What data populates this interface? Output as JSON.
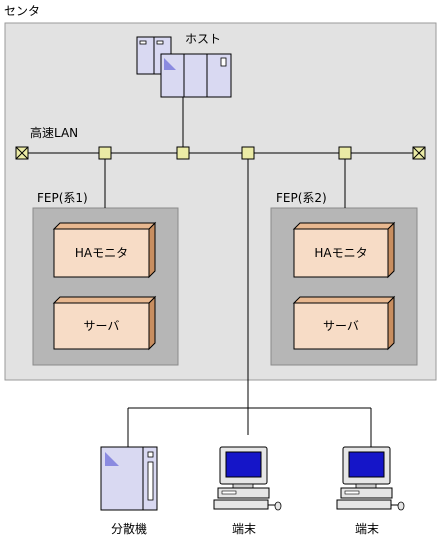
{
  "center": {
    "label": "センタ"
  },
  "host": {
    "label": "ホスト"
  },
  "lan": {
    "label": "高速LAN"
  },
  "fep1": {
    "label": "FEP(系1)",
    "modules": [
      {
        "label": "HAモニタ"
      },
      {
        "label": "サーバ"
      }
    ]
  },
  "fep2": {
    "label": "FEP(系2)",
    "modules": [
      {
        "label": "HAモニタ"
      },
      {
        "label": "サーバ"
      }
    ]
  },
  "devices": [
    {
      "label": "分散機"
    },
    {
      "label": "端末"
    },
    {
      "label": "端末"
    }
  ],
  "colors": {
    "center_bg": "#e2e2e2",
    "fep_bg": "#b6b6b6",
    "module_front": "#f7dcc6",
    "module_side": "#c88e60",
    "node_fill": "#ebeba5",
    "server_fill": "#d9d9f2",
    "screen_fill": "#1515c8"
  }
}
